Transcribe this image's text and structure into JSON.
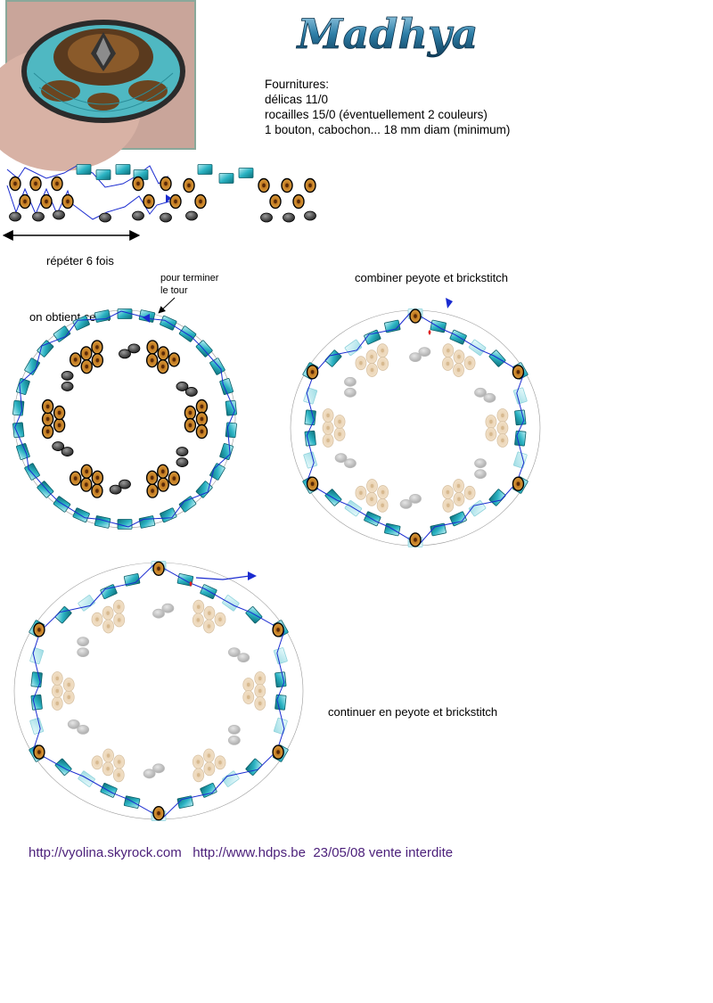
{
  "title": "Madhya",
  "supplies": {
    "heading": "Fournitures:",
    "items": [
      "délicas 11/0",
      "rocailles 15/0 (éventuellement 2 couleurs)",
      "1 bouton, cabochon... 18 mm diam (minimum)"
    ]
  },
  "labels": {
    "repeat": "répéter 6 fois",
    "finish_line1": "pour terminer",
    "finish_line2": "le tour",
    "obtain": "on obtient ceci :",
    "combine": "combiner peyote et brickstitch",
    "continue": "continuer en peyote et brickstitch"
  },
  "footer": {
    "link1": "http://vyolina.skyrock.com",
    "link2": "http://www.hdps.be",
    "date_note": "23/05/08 vente interdite"
  },
  "colors": {
    "delica": "#2bb3c3",
    "bronze_bead": "#b8782a",
    "gray_bead": "#555555",
    "thread": "#1a2bd0",
    "title": "#2d6f8f",
    "footer": "#4b1f7a"
  }
}
